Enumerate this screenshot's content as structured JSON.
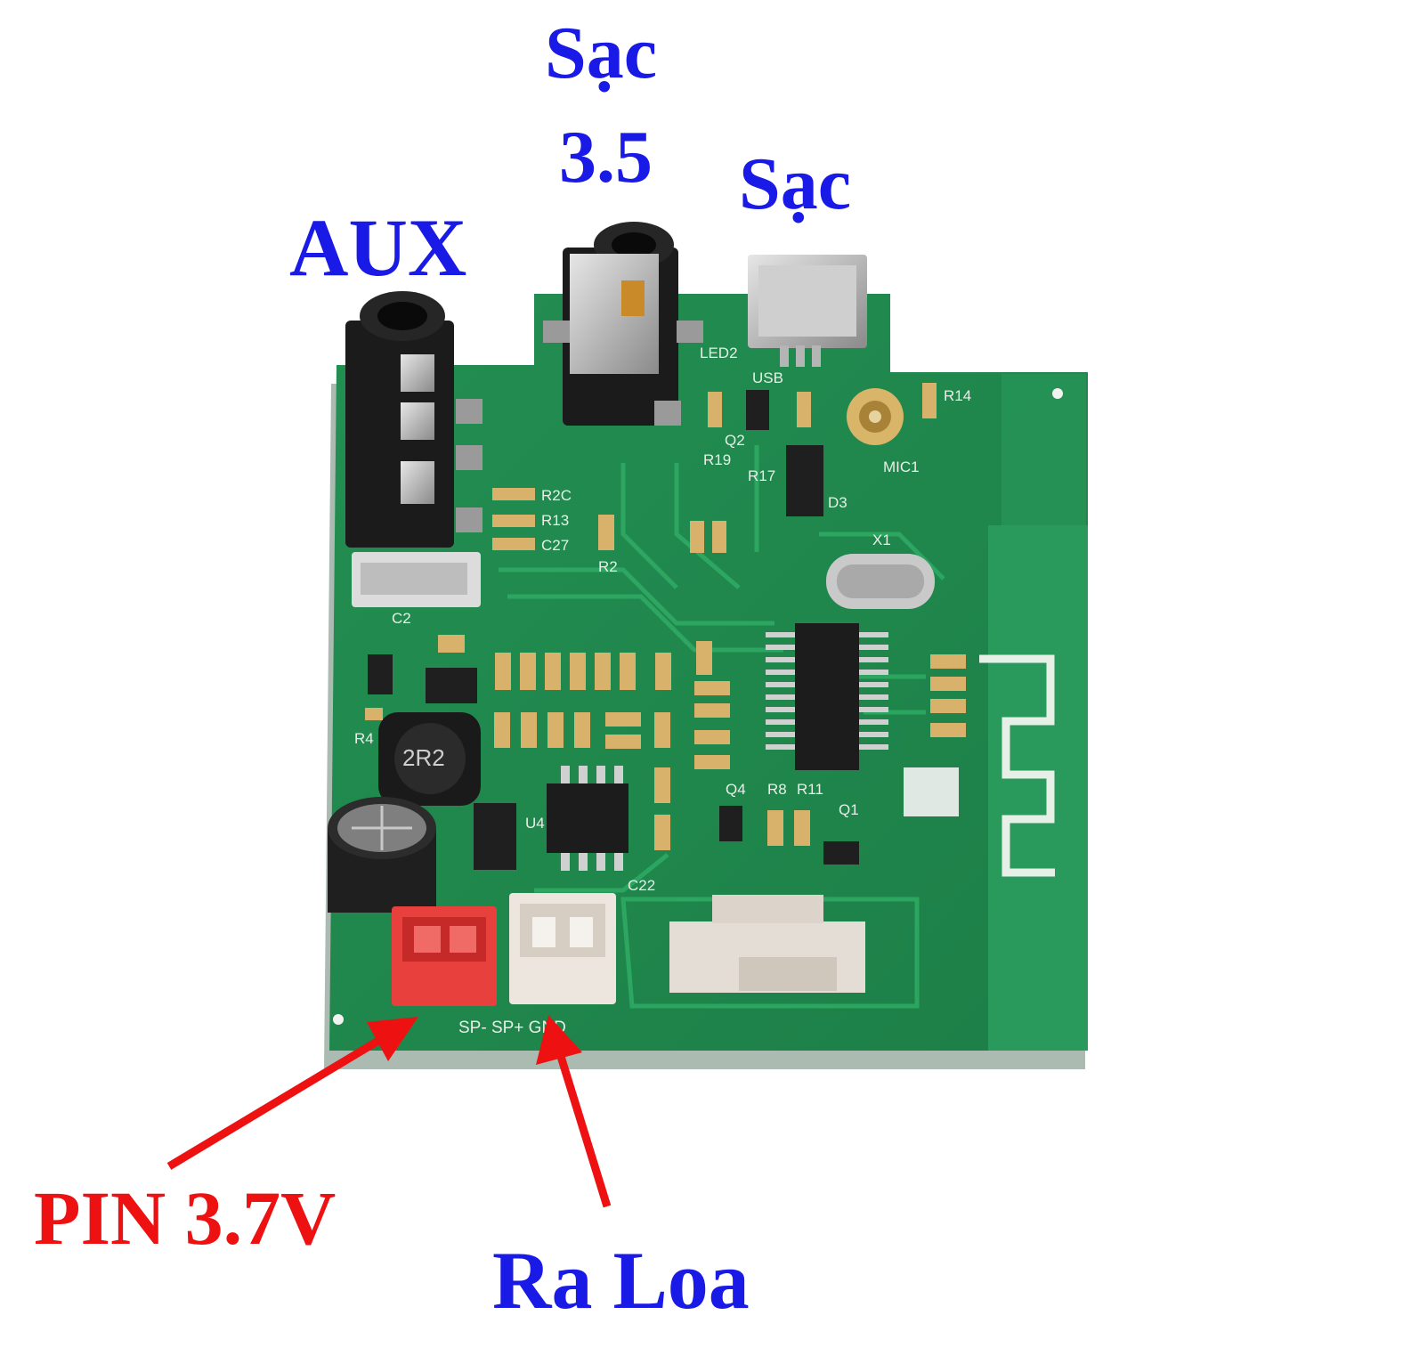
{
  "labels": {
    "sac_top": "Sạc",
    "sac_top_35": "3.5",
    "sac_usb": "Sạc",
    "aux": "AUX",
    "pin": "PIN 3.7V",
    "ra_loa": "Ra Loa"
  },
  "colors": {
    "label_blue": "#1a1ae6",
    "label_red": "#ee1111",
    "pcb_green": "#1f8f4e",
    "pcb_trace": "#2aa35e"
  },
  "board_silkscreen": {
    "r20": "R2C",
    "r13": "R13",
    "c27": "C27",
    "r2": "R2",
    "r19": "R19",
    "q2": "Q2",
    "r17": "R17",
    "d3": "D3",
    "led2": "LED2",
    "usb": "USB",
    "mic1": "MIC1",
    "r14": "R14",
    "x1": "X1",
    "inductor": "2R2",
    "u4": "U4",
    "c22": "C22",
    "q4": "Q4",
    "r8": "R8",
    "r11": "R11",
    "q1": "Q1",
    "r4": "R4",
    "c2": "C2",
    "speaker_pins": "SP- SP+ GND"
  }
}
